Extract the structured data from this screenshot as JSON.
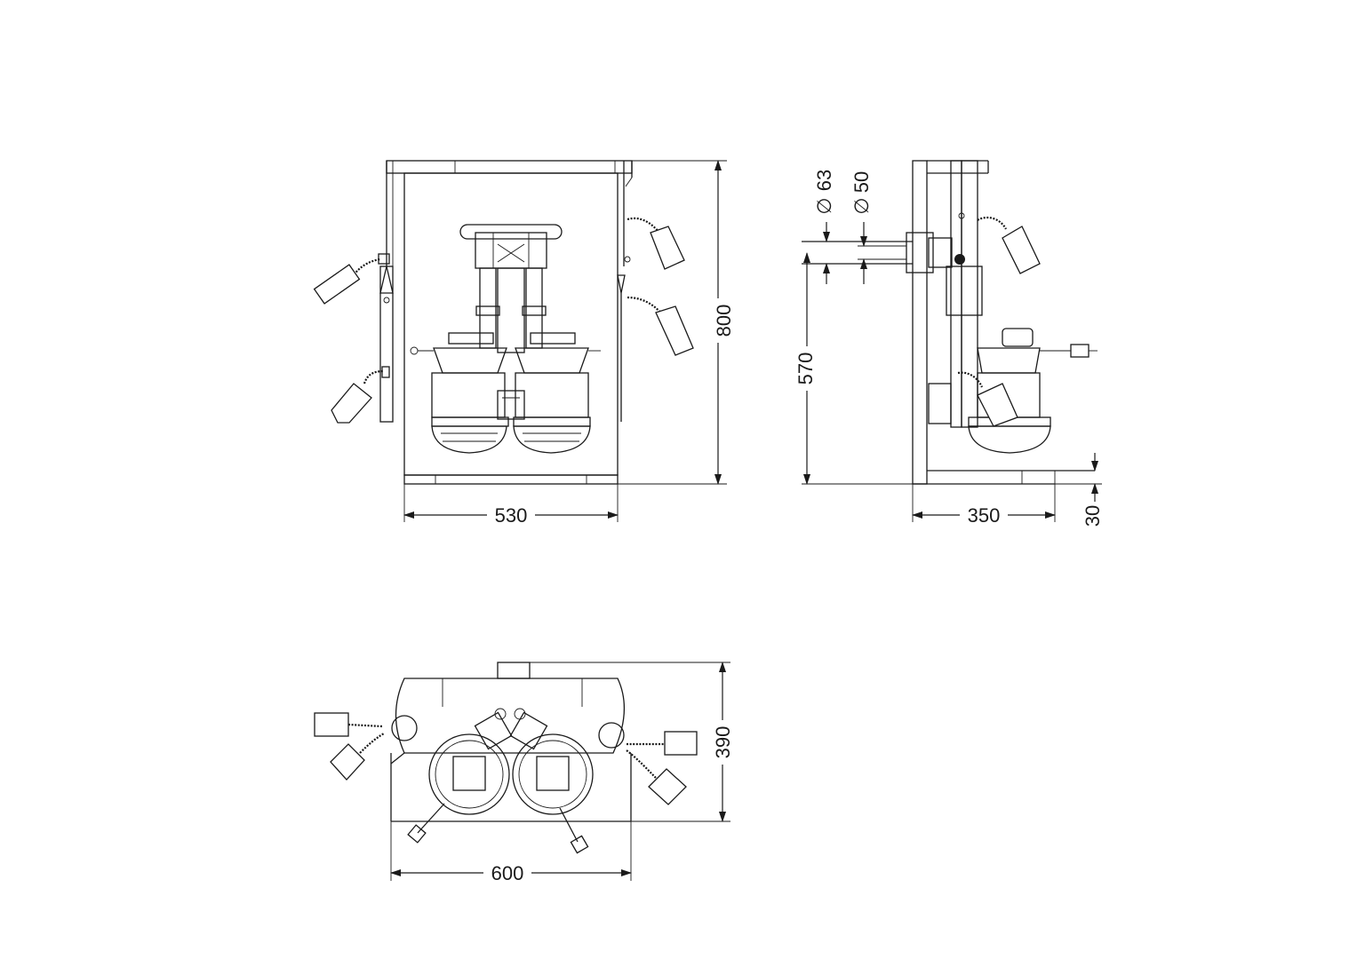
{
  "dimensions": {
    "front_width": "530",
    "front_height": "800",
    "side_inlet_height": "570",
    "side_depth": "350",
    "side_bottom_offset": "30",
    "pipe_diameter_large": "63",
    "pipe_diameter_small": "50",
    "top_width": "600",
    "top_depth": "390"
  },
  "symbols": {
    "diameter": "∅"
  },
  "colors": {
    "line": "#1a1a1a",
    "background": "#ffffff"
  }
}
